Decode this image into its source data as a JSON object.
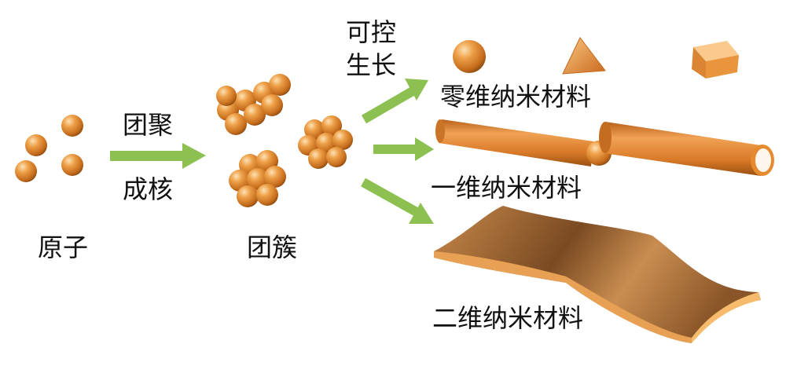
{
  "labels": {
    "atoms": "原子",
    "aggregation": "团聚",
    "nucleation": "成核",
    "clusters": "团簇",
    "controlled": "可控",
    "growth": "生长",
    "zero_d": "零维纳米材料",
    "one_d": "一维纳米材料",
    "two_d": "二维纳米材料"
  },
  "colors": {
    "arrow": "#8cc152",
    "particle": "#e08a2c",
    "particle_highlight": "#fbd39a",
    "particle_shadow": "#9a5312",
    "sheet": "#b9793c"
  }
}
